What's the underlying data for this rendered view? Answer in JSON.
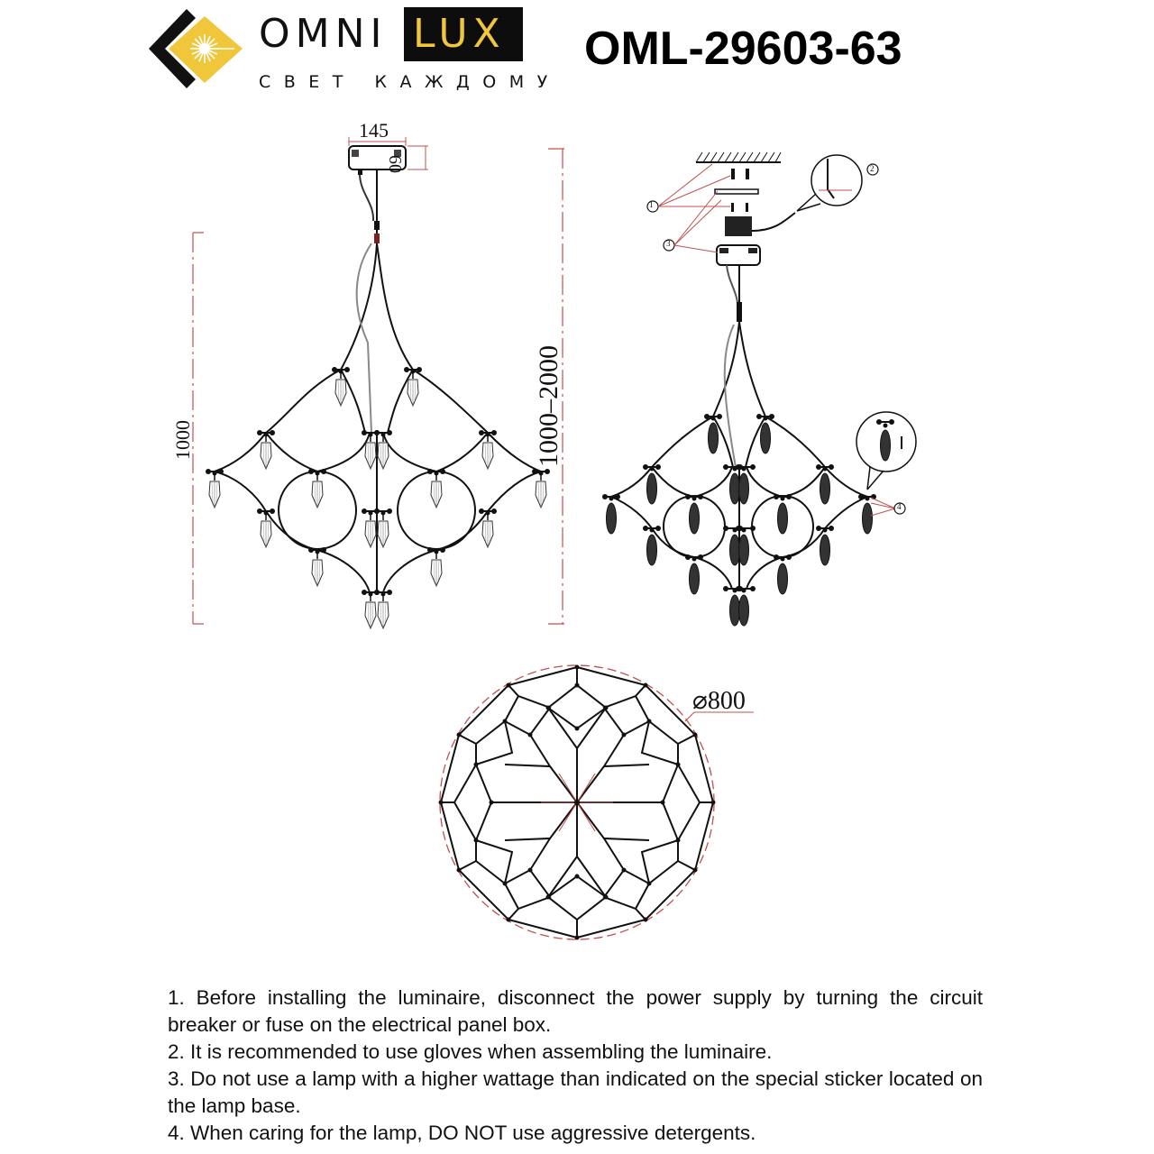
{
  "header": {
    "brand_primary": "OMNI",
    "brand_secondary": "LUX",
    "tagline": "СВЕТ КАЖДОМУ",
    "model_number": "OML-29603-63",
    "colors": {
      "brand_yellow": "#f0c63a",
      "brand_black": "#0d0d0d",
      "dimension_red": "#c0504d"
    }
  },
  "drawings": {
    "front_view": {
      "canopy_width": "145",
      "canopy_height": "60",
      "body_height": "1000"
    },
    "assembly_view": {
      "total_height_range": "1000–2000",
      "callouts": [
        "1",
        "2",
        "3",
        "4"
      ]
    },
    "top_view": {
      "diameter": "⌀800"
    }
  },
  "notes": [
    "1. Before installing the luminaire, disconnect the power supply by turning the circuit breaker or fuse on the electrical panel box.",
    "2. It is recommended to use gloves when assembling the luminaire.",
    "3. Do not use a lamp with a higher wattage than indicated on the special sticker located on the lamp base.",
    "4. When caring for the lamp, DO NOT use aggressive detergents."
  ]
}
